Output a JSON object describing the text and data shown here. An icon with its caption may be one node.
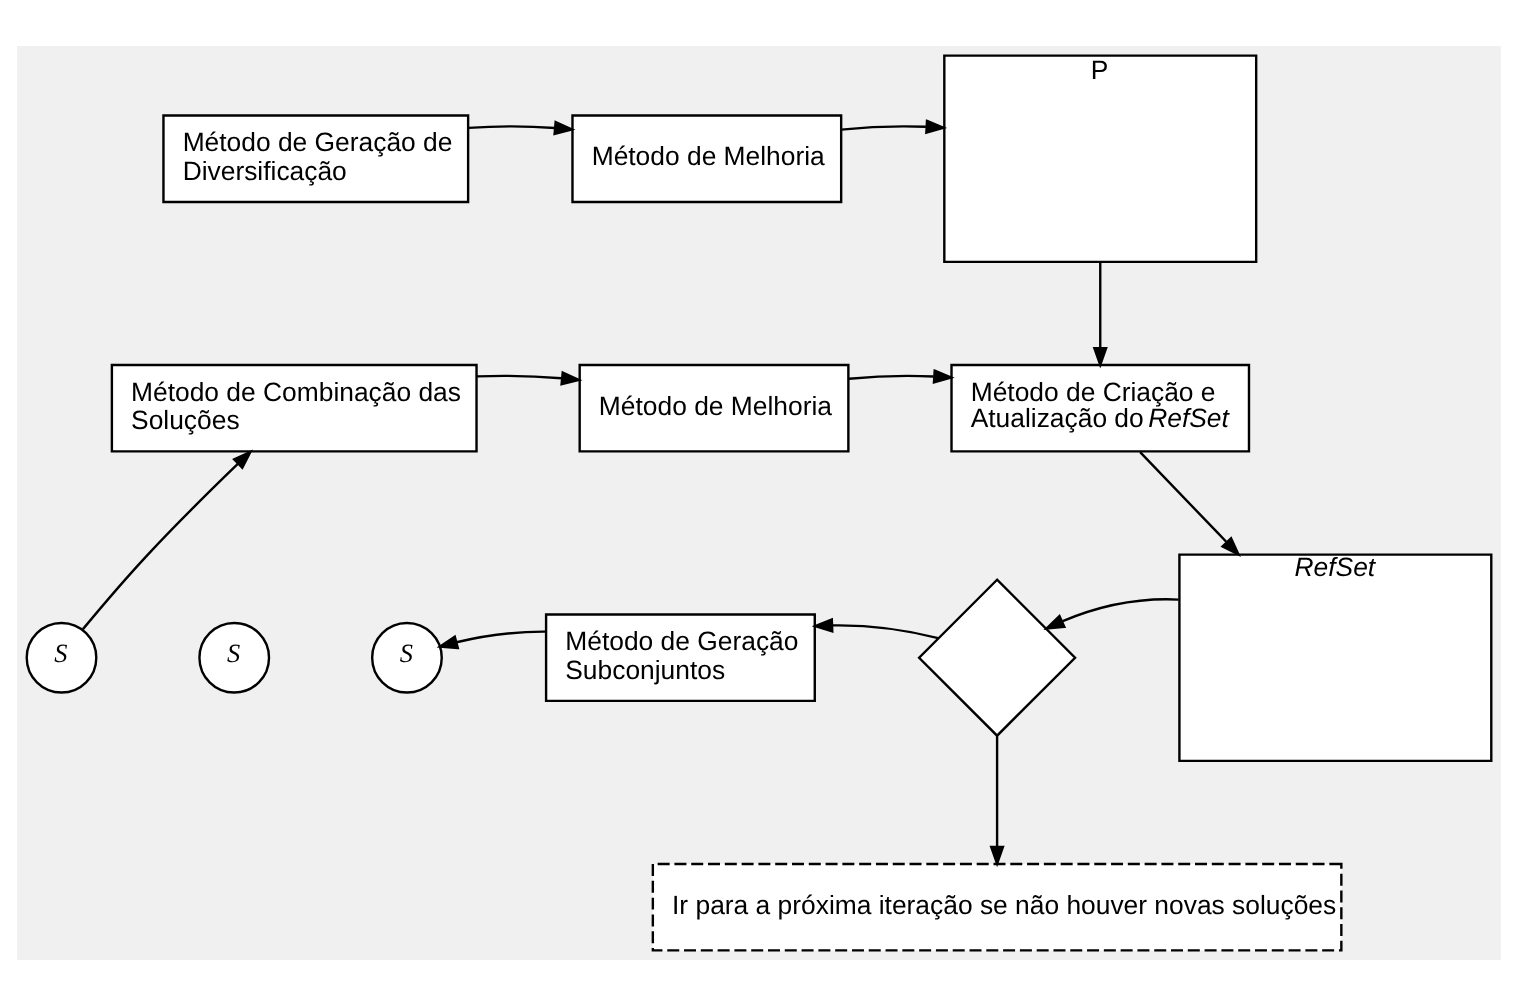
{
  "diagram": {
    "nodes": [
      {
        "text": [
          "Método de Geração de Diversificação"
        ]
      },
      {
        "text": [
          "Método de Melhoria"
        ]
      },
      {
        "text": [
          "P"
        ]
      },
      {
        "text": [
          "Método de Combinação das Soluções"
        ]
      },
      {
        "text": [
          "Método de Melhoria"
        ]
      },
      {
        "text": [
          "Método de Criação e Atualização do *RefSet*"
        ]
      },
      {
        "text": [
          "RefSet"
        ]
      },
      {
        "text": [],
        "shape": "diamond"
      },
      {
        "text": [
          "Método de Geração Subconjuntos"
        ]
      },
      {
        "text": [
          "S"
        ]
      },
      {
        "text": [
          "S"
        ]
      },
      {
        "text": [
          "S"
        ]
      },
      {
        "text": [
          "Ir para a próxima iteração se não houver novas soluções"
        ]
      }
    ],
    "edges": [
      {
        "from": 0,
        "to": 1,
        "arrow": "to"
      },
      {
        "from": 1,
        "to": 2,
        "arrow": "to"
      },
      {
        "from": 2,
        "to": 5,
        "arrow": "to"
      },
      {
        "from": 3,
        "to": 4,
        "arrow": "to"
      },
      {
        "from": 4,
        "to": 5,
        "arrow": "to"
      },
      {
        "from": 5,
        "to": 6,
        "arrow": "to"
      },
      {
        "from": 6,
        "to": 7,
        "arrow": "to"
      },
      {
        "from": 7,
        "to": 8,
        "arrow": "to"
      },
      {
        "from": 8,
        "to": 11,
        "arrow": "to"
      },
      {
        "from": 9,
        "to": 3,
        "arrow": "to"
      },
      {
        "from": 7,
        "to": 12,
        "arrow": "to"
      }
    ]
  }
}
